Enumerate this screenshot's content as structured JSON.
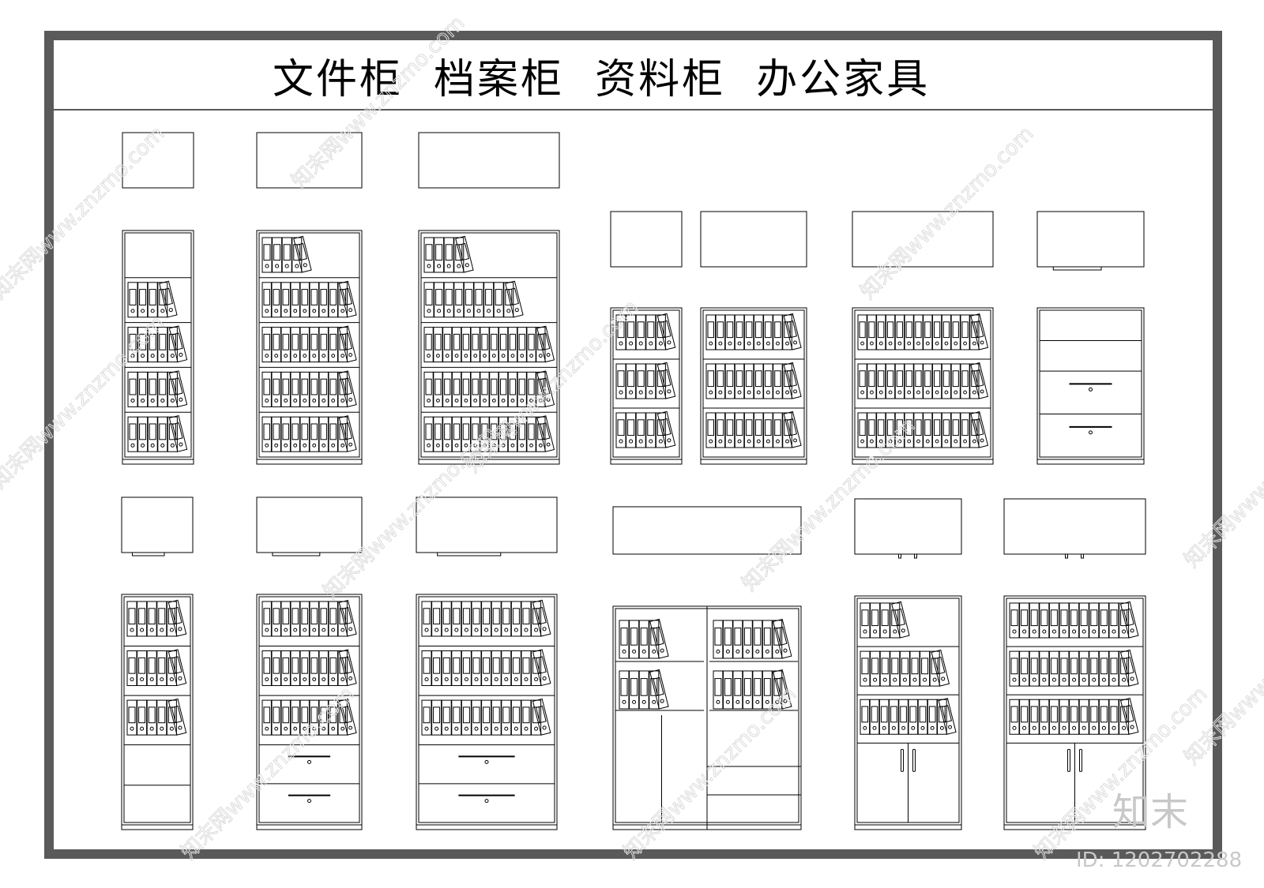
{
  "title": "文件柜  档案柜  资料柜  办公家具",
  "watermark": "知末网www.znzmo.com",
  "logo": "知末",
  "id_label": "ID: 1202702288",
  "colors": {
    "frame": "#5a5a5a",
    "line": "#000000",
    "watermark": "#dcdcdc"
  },
  "cabinets": [
    {
      "id": "c1",
      "shelves": [
        [],
        [
          5
        ],
        [
          6
        ],
        [
          6
        ],
        [
          6
        ]
      ],
      "base": "none",
      "plan_handle": false
    },
    {
      "id": "c2",
      "shelves": [
        [
          5
        ],
        [
          10
        ],
        [
          10
        ],
        [
          10
        ],
        [
          10
        ]
      ],
      "base": "none",
      "plan_handle": false
    },
    {
      "id": "c3",
      "shelves": [
        [
          5
        ],
        [
          10
        ],
        [
          14
        ],
        [
          14
        ],
        [
          14
        ]
      ],
      "base": "none",
      "plan_handle": false
    },
    {
      "id": "c4",
      "shelves": [
        [
          6
        ],
        [
          6
        ],
        [
          6
        ]
      ],
      "base": "none",
      "plan_handle": false
    },
    {
      "id": "c5",
      "shelves": [
        [
          10
        ],
        [
          10
        ],
        [
          10
        ]
      ],
      "base": "none",
      "plan_handle": false
    },
    {
      "id": "c6",
      "shelves": [
        [
          14
        ],
        [
          14
        ],
        [
          14
        ]
      ],
      "base": "none",
      "plan_handle": false
    },
    {
      "id": "c7",
      "shelves": [
        [],
        []
      ],
      "base": "drawers2",
      "plan_handle": true
    },
    {
      "id": "c8",
      "shelves": [
        [
          6
        ],
        [
          6
        ],
        [
          6
        ]
      ],
      "base": "panel",
      "plan_handle": true
    },
    {
      "id": "c9",
      "shelves": [
        [
          10
        ],
        [
          10
        ],
        [
          10
        ]
      ],
      "base": "drawers2",
      "plan_handle": true
    },
    {
      "id": "c10",
      "shelves": [
        [
          13
        ],
        [
          13
        ],
        [
          13
        ]
      ],
      "base": "drawers2",
      "plan_handle": true
    },
    {
      "id": "c11",
      "shelves": [],
      "base": "split",
      "plan_handle": false
    },
    {
      "id": "c12",
      "shelves": [
        [
          5
        ],
        [
          9
        ],
        [
          10
        ]
      ],
      "base": "doors",
      "plan_handle": false
    },
    {
      "id": "c13",
      "shelves": [
        [
          13
        ],
        [
          13
        ],
        [
          13
        ]
      ],
      "base": "doors",
      "plan_handle": false
    }
  ]
}
